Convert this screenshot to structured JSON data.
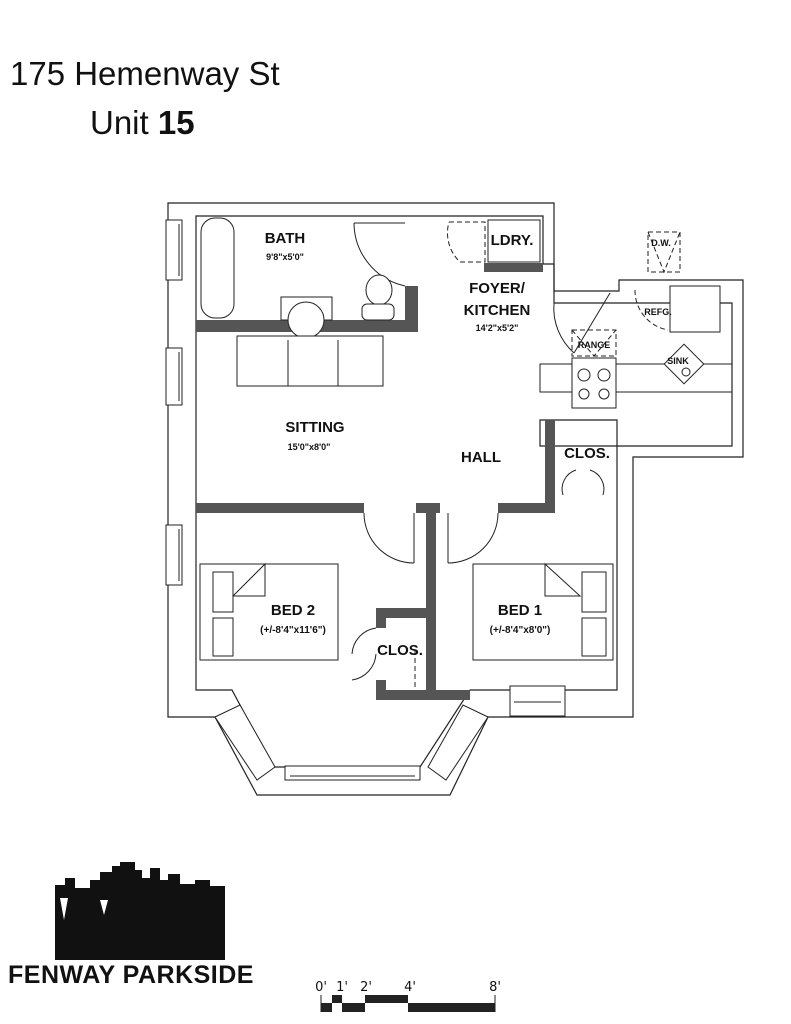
{
  "header": {
    "address": "175 Hemenway St",
    "unit_prefix": "Unit",
    "unit_number": "15"
  },
  "rooms": {
    "bath": {
      "name": "BATH",
      "size": "9'8\"x5'0\""
    },
    "laundry": {
      "name": "LDRY."
    },
    "foyer_kitchen": {
      "name_line1": "FOYER/",
      "name_line2": "KITCHEN",
      "size": "14'2\"x5'2\""
    },
    "dishwasher": {
      "name": "D.W."
    },
    "refrigerator": {
      "name": "REFG."
    },
    "range": {
      "name": "RANGE"
    },
    "sink": {
      "name": "SINK"
    },
    "sitting": {
      "name": "SITTING",
      "size": "15'0\"x8'0\""
    },
    "hall": {
      "name": "HALL"
    },
    "hall_closet": {
      "name": "CLOS."
    },
    "bed2": {
      "name": "BED 2",
      "size": "(+/-8'4\"x11'6\")"
    },
    "bed2_closet": {
      "name": "CLOS."
    },
    "bed1": {
      "name": "BED 1",
      "size": "(+/-8'4\"x8'0\")"
    }
  },
  "logo": {
    "name": "FENWAY PARKSIDE"
  },
  "scale_bar": {
    "ticks": [
      "0'",
      "1'",
      "2'",
      "4'",
      "8'"
    ]
  },
  "colors": {
    "wall": "#555555",
    "line": "#222222"
  }
}
